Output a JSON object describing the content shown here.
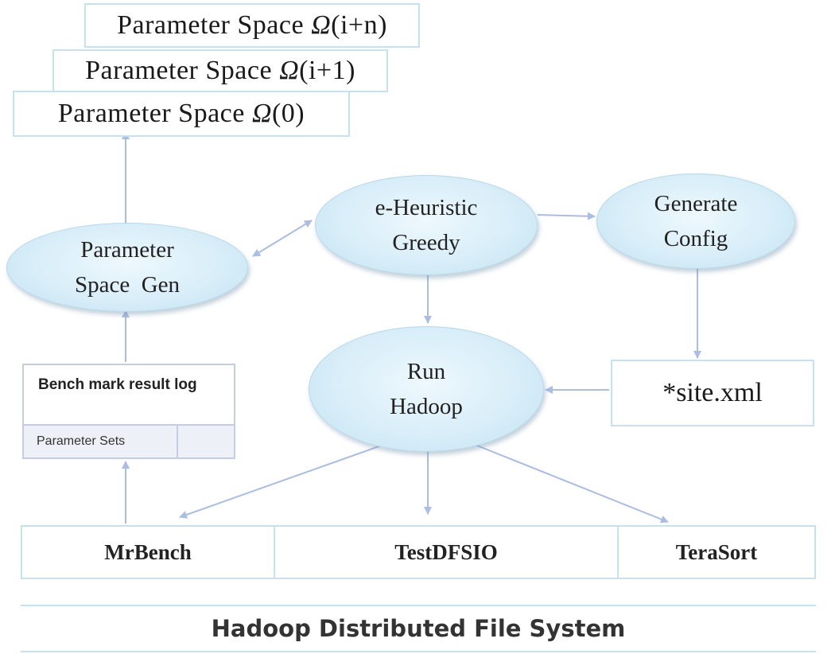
{
  "parameter_spaces": [
    {
      "prefix": "Parameter Space ",
      "omega": "Ω",
      "index": "(i+n)"
    },
    {
      "prefix": "Parameter Space ",
      "omega": "Ω",
      "index": "(i+1)"
    },
    {
      "prefix": "Parameter Space ",
      "omega": "Ω",
      "index": "(0)"
    }
  ],
  "nodes": {
    "param_gen": {
      "line1": "Parameter",
      "line2": "Space  Gen"
    },
    "heuristic": {
      "line1": "e-Heuristic",
      "line2": "Greedy"
    },
    "generate_config": {
      "line1": "Generate",
      "line2": "Config"
    },
    "run_hadoop": {
      "line1": "Run",
      "line2": "Hadoop"
    }
  },
  "site_xml": "*site.xml",
  "result_log": {
    "title": "Bench mark result log",
    "cell": "Parameter Sets"
  },
  "benchmarks": [
    "MrBench",
    "TestDFSIO",
    "TeraSort"
  ],
  "hdfs_label": "Hadoop Distributed File System",
  "colors": {
    "arrow": "#a9bde6",
    "box_border": "#c4e3ee",
    "ellipse_fill": "#d6edf8"
  }
}
